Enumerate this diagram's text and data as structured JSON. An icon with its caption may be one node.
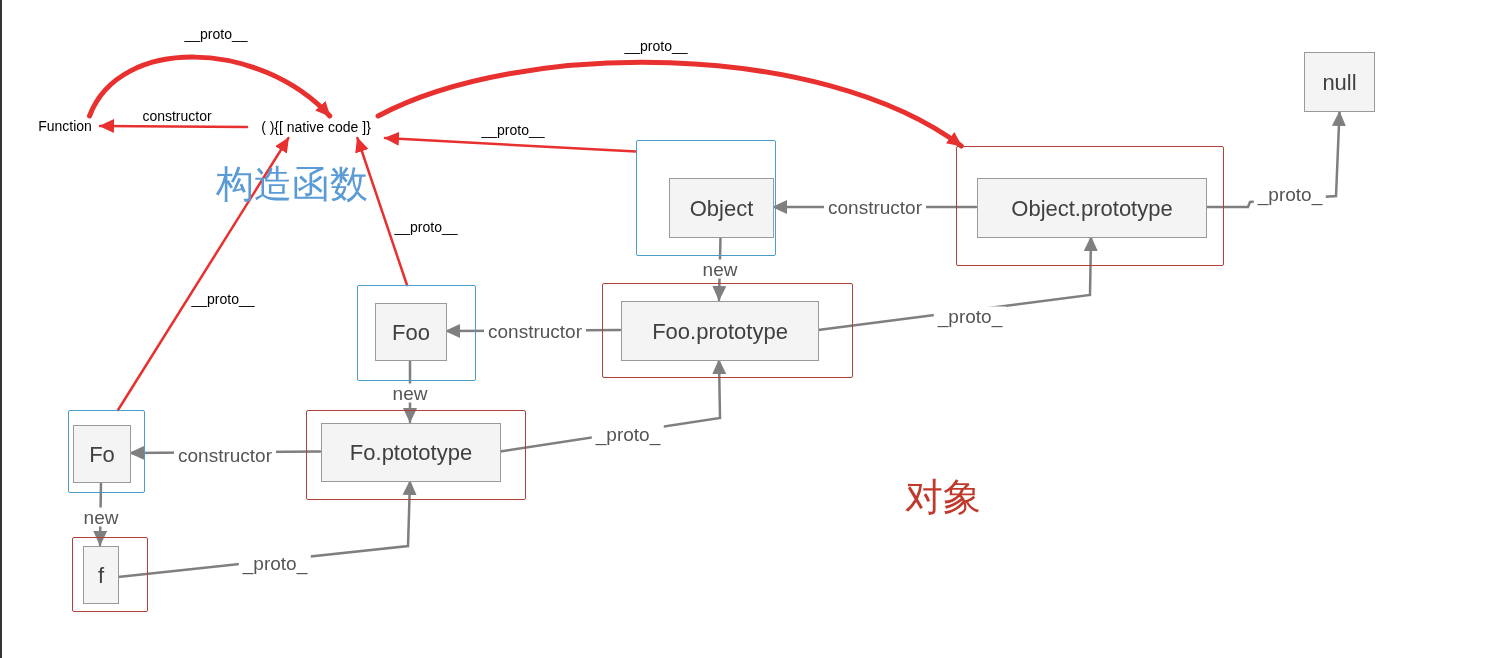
{
  "diagram": {
    "nodes": [
      {
        "text": [
          "Function"
        ]
      },
      {
        "text": [
          "( ){[ native code ]}"
        ]
      },
      {
        "text": [],
        "shape": "box"
      },
      {
        "text": [
          "Object"
        ],
        "in": 2
      },
      {
        "text": [],
        "shape": "box"
      },
      {
        "text": [
          "Object.prototype"
        ],
        "in": 4
      },
      {
        "text": [
          "null"
        ]
      },
      {
        "text": [],
        "shape": "box"
      },
      {
        "text": [
          "Foo"
        ],
        "in": 7
      },
      {
        "text": [],
        "shape": "box"
      },
      {
        "text": [
          "Foo.prototype"
        ],
        "in": 9
      },
      {
        "text": [],
        "shape": "box"
      },
      {
        "text": [
          "Fo"
        ],
        "in": 11
      },
      {
        "text": [],
        "shape": "box"
      },
      {
        "text": [
          "Fo.ptototype"
        ],
        "in": 13
      },
      {
        "text": [],
        "shape": "box"
      },
      {
        "text": [
          "f"
        ],
        "in": 15
      }
    ],
    "edges": [
      {
        "from": 0,
        "to": 1,
        "label": "__proto__",
        "arrow": "to",
        "style": "thick",
        "color": "#e8302f"
      },
      {
        "from": 1,
        "to": 0,
        "label": "constructor",
        "arrow": "to",
        "color": "#e8302f"
      },
      {
        "from": 1,
        "to": 4,
        "label": "__proto__",
        "arrow": "to",
        "style": "thick",
        "color": "#e8302f"
      },
      {
        "from": 2,
        "to": 1,
        "label": "__proto__",
        "arrow": "to",
        "color": "#e8302f"
      },
      {
        "from": 7,
        "to": 1,
        "label": "__proto__",
        "arrow": "to",
        "color": "#e8302f"
      },
      {
        "from": 11,
        "to": 1,
        "label": "__proto__",
        "arrow": "to",
        "color": "#e8302f"
      },
      {
        "from": 5,
        "to": 3,
        "label": "constructor",
        "arrow": "to"
      },
      {
        "from": 5,
        "to": 6,
        "label": "_proto_",
        "arrow": "to"
      },
      {
        "from": 3,
        "to": 10,
        "label": "new",
        "arrow": "to"
      },
      {
        "from": 10,
        "to": 5,
        "label": "_proto_",
        "arrow": "to"
      },
      {
        "from": 10,
        "to": 8,
        "label": "constructor",
        "arrow": "to"
      },
      {
        "from": 8,
        "to": 14,
        "label": "new",
        "arrow": "to"
      },
      {
        "from": 14,
        "to": 10,
        "label": "_proto_",
        "arrow": "to"
      },
      {
        "from": 14,
        "to": 12,
        "label": "constructor",
        "arrow": "to"
      },
      {
        "from": 12,
        "to": 16,
        "label": "new",
        "arrow": "to"
      },
      {
        "from": 16,
        "to": 14,
        "label": "_proto_",
        "arrow": "to"
      }
    ],
    "labels": [
      "构造函数",
      "对象"
    ]
  }
}
